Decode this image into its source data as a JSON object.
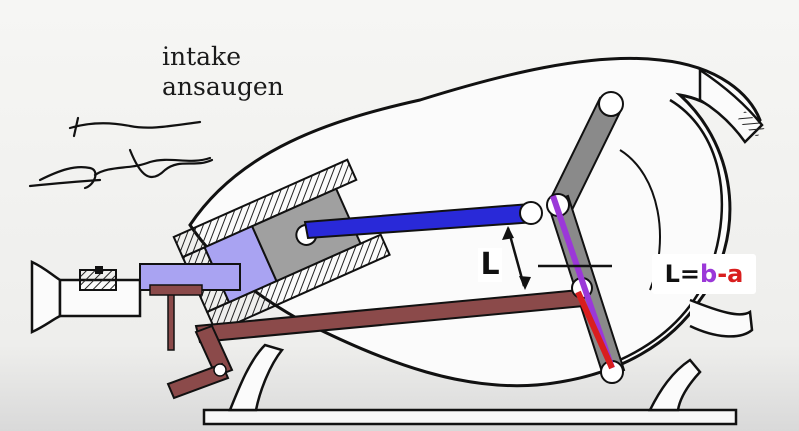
{
  "captions": {
    "line1": "intake",
    "line2": "ansaugen"
  },
  "signature_text": "Inventor: James Atkinson",
  "length_label": "L",
  "formula": {
    "lhs": "L",
    "equals": "=",
    "b": "b",
    "minus": "-",
    "a": "a"
  },
  "colors": {
    "piston_rod": "#2929d8",
    "cylinder_chamber": "#a9a3f2",
    "piston": "#a0a0a0",
    "lower_link": "#8b4a4a",
    "lever": "#8a8a8a",
    "length_b": "#9b38d8",
    "length_a": "#d91e1e",
    "outline": "#111111"
  }
}
